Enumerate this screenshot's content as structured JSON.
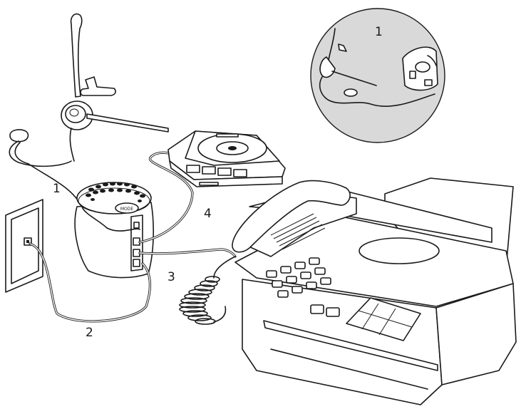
{
  "diagram": {
    "callouts": {
      "inset": "1",
      "headset": "1",
      "wall_cable": "2",
      "fax_cable": "3",
      "audio_cable": "4"
    },
    "amplifier_badge": "MODE",
    "colors": {
      "line": "#1a1a1a",
      "inset_background": "#d9d9d9",
      "paper": "#ffffff"
    }
  }
}
